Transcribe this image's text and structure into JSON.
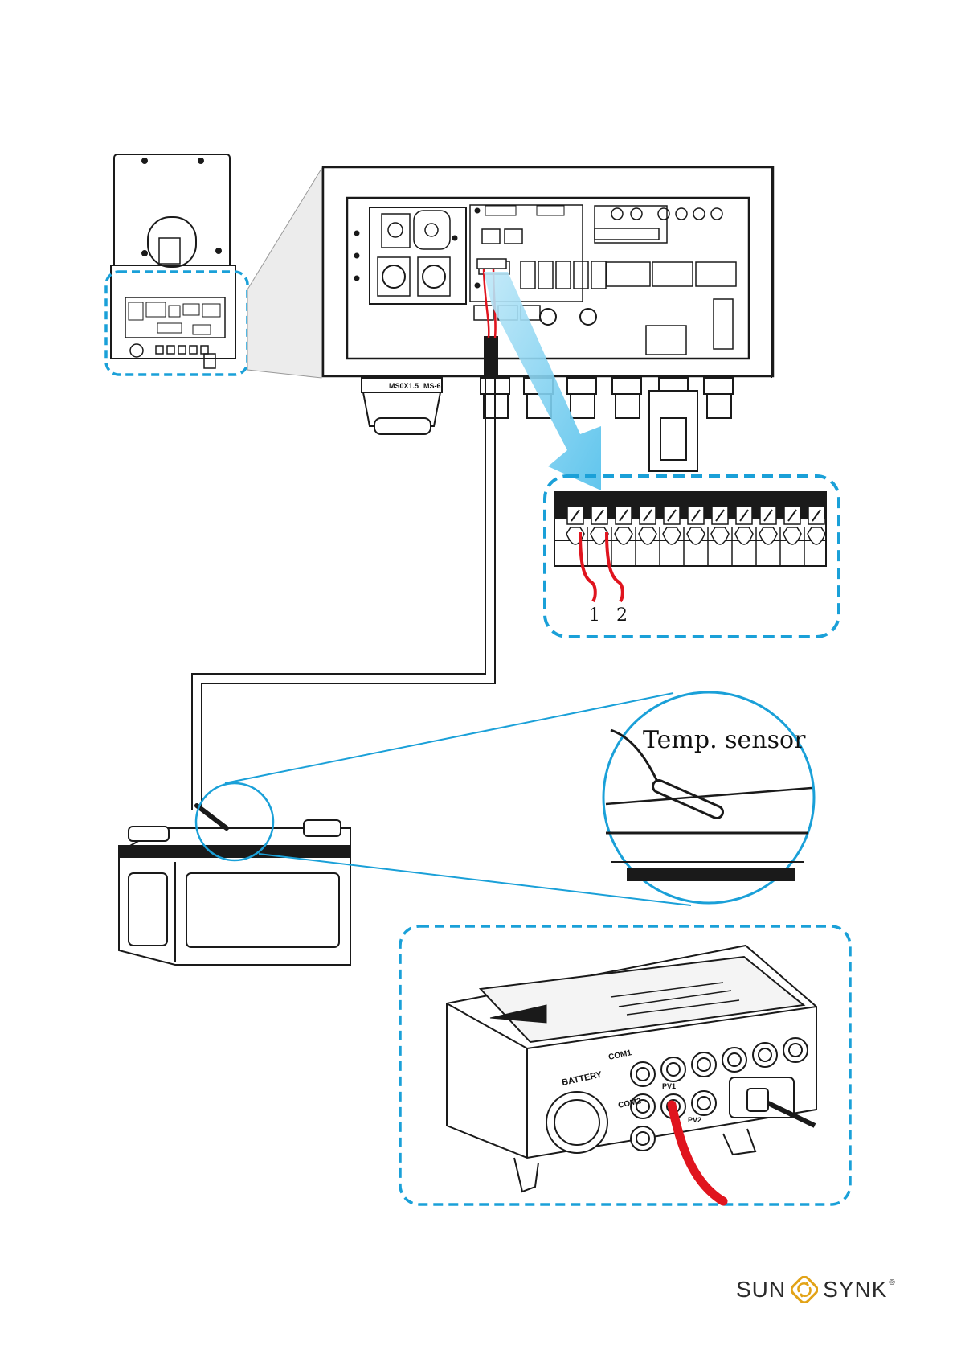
{
  "labels": {
    "terminal_1": "1",
    "terminal_2": "2",
    "temp_sensor": "Temp. sensor",
    "battery_port": "BATTERY",
    "com1": "COM1",
    "com2": "COM2",
    "gland_label_1": "MS0X1.5",
    "gland_label_2": "MS-6",
    "pv1": "PV1",
    "pv2": "PV2"
  },
  "logo": {
    "left": "SUN",
    "right": "SYNK",
    "registered": "®",
    "accent_color": "#e2a317"
  },
  "colors": {
    "highlight_blue": "#1aa0d8",
    "arrow_blue": "#5fc6ee",
    "wire_red": "#e0141e",
    "line": "#1a1a1a"
  },
  "terminal_block": {
    "count": 11,
    "wired": [
      1,
      2
    ]
  }
}
